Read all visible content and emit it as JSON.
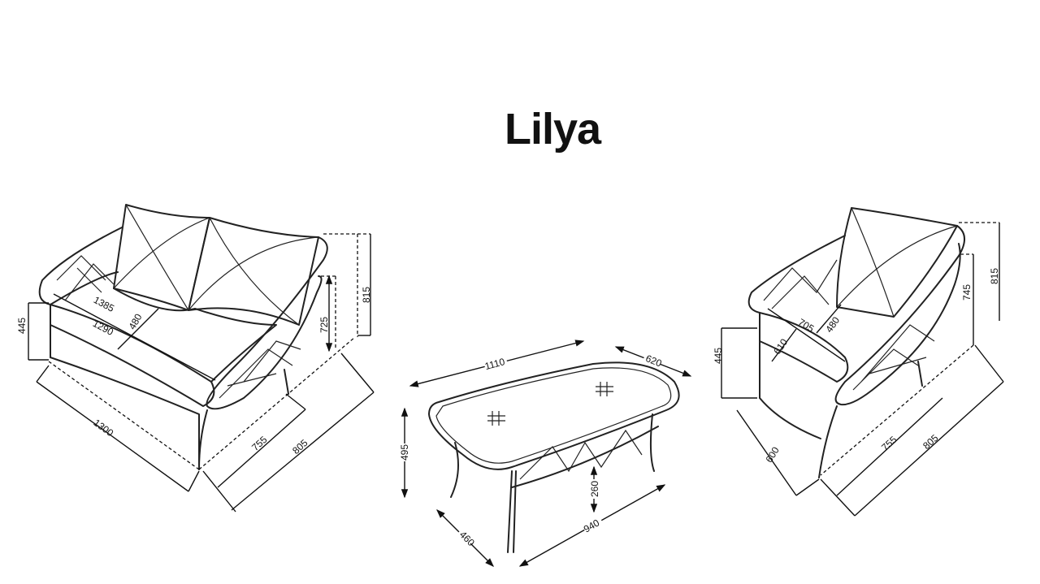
{
  "title": "Lilya",
  "sofa": {
    "dimensions": {
      "seat_width_outer": "1385",
      "seat_width_inner": "1290",
      "seat_depth": "480",
      "seat_height": "445",
      "arm_height": "725",
      "total_height": "815",
      "total_width": "1300",
      "depth_inner": "755",
      "depth_total": "805"
    }
  },
  "table": {
    "dimensions": {
      "top_length": "1110",
      "top_width": "620",
      "height": "495",
      "shelf_height": "260",
      "base_width": "460",
      "base_length": "940"
    }
  },
  "chair": {
    "dimensions": {
      "seat_width": "705",
      "seat_depth": "480",
      "seat_width_inner": "610",
      "seat_height": "445",
      "arm_height": "745",
      "total_height": "815",
      "total_width": "600",
      "depth_inner": "755",
      "depth_total": "805"
    }
  }
}
